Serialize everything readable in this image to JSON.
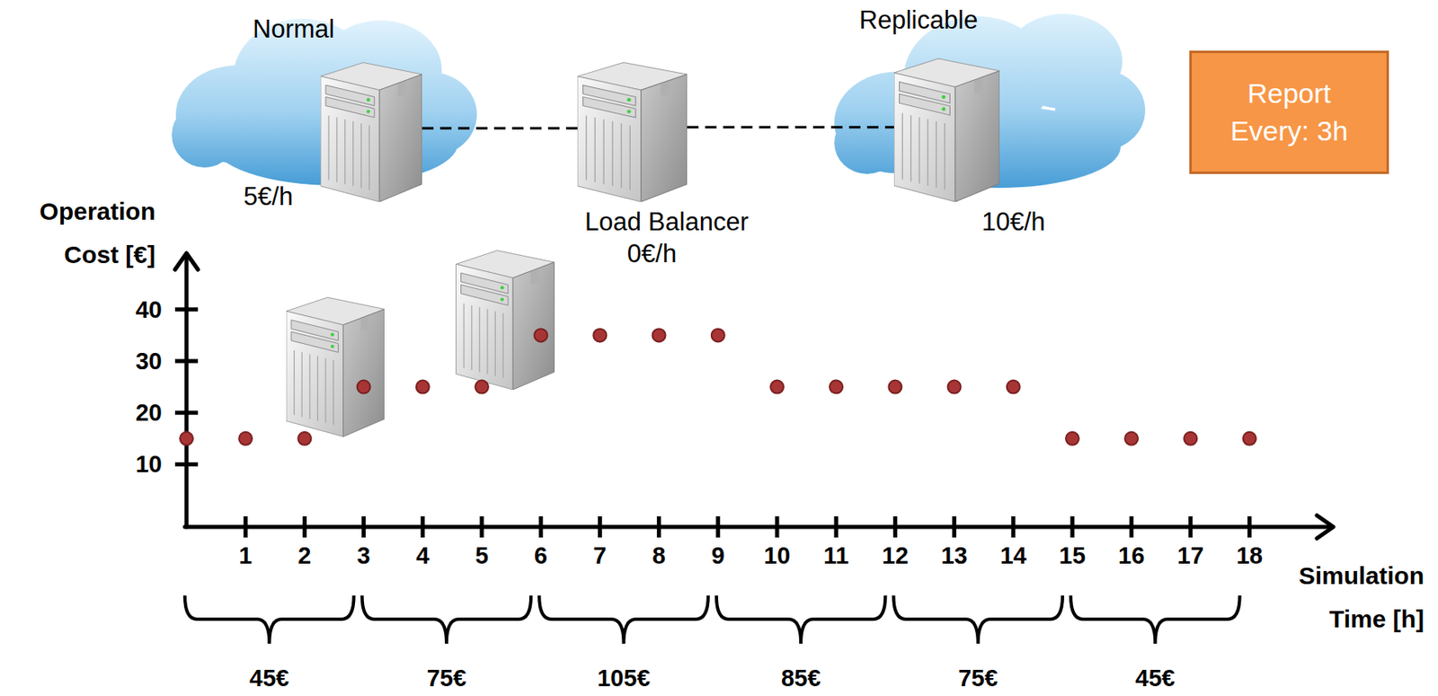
{
  "diagram": {
    "nodes": [
      {
        "text": [
          "Normal",
          "5€/h"
        ]
      },
      {
        "text": [
          "Load Balancer",
          "0€/h"
        ]
      },
      {
        "text": [
          "Replicable",
          "10€/h"
        ]
      },
      {
        "text": [
          "Report Every: 3h"
        ]
      }
    ],
    "edges": [
      {
        "from": 0,
        "to": 1,
        "arrow": "none"
      },
      {
        "from": 1,
        "to": 2,
        "arrow": "none"
      }
    ],
    "labels": [
      "Operation Cost [€]",
      "40",
      "30",
      "20",
      "10",
      "1",
      "2",
      "3",
      "4",
      "5",
      "6",
      "7",
      "8",
      "9",
      "10",
      "11",
      "12",
      "13",
      "14",
      "15",
      "16",
      "17",
      "18",
      "Simulation Time [h]",
      "45€",
      "75€",
      "105€",
      "85€",
      "75€",
      "45€"
    ]
  }
}
